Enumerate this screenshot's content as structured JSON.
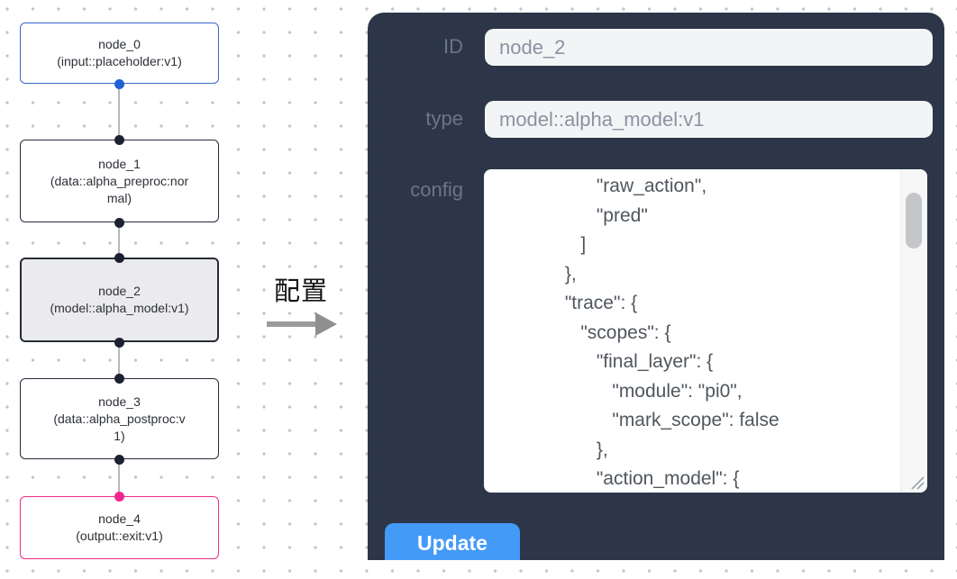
{
  "flowchart": {
    "nodes": [
      {
        "title": "node_0",
        "subtitle": "(input::placeholder:v1)",
        "variant": "input"
      },
      {
        "title": "node_1",
        "subtitle": "(data::alpha_preproc:normal)",
        "variant": "default"
      },
      {
        "title": "node_2",
        "subtitle": "(model::alpha_model:v1)",
        "variant": "selected"
      },
      {
        "title": "node_3",
        "subtitle": "(data::alpha_postproc:v1)",
        "variant": "default"
      },
      {
        "title": "node_4",
        "subtitle": "(output::exit:v1)",
        "variant": "output"
      }
    ]
  },
  "transfer": {
    "label": "配置"
  },
  "panel": {
    "id_label": "ID",
    "id_value": "node_2",
    "type_label": "type",
    "type_value": "model::alpha_model:v1",
    "config_label": "config",
    "config_text": "                   \"raw_action\",\n                   \"pred\"\n                ]\n             },\n             \"trace\": {\n                \"scopes\": {\n                   \"final_layer\": {\n                      \"module\": \"pi0\",\n                      \"mark_scope\": false\n                   },\n                   \"action_model\": {",
    "update_label": "Update"
  },
  "colors": {
    "panel_bg": "#2d3648",
    "button_blue": "#449af7",
    "input_node_border": "#3b66c9",
    "output_node_border": "#f12d83",
    "selected_node_bg": "#ebebed",
    "handle_dark": "#1b2130",
    "handle_blue": "#2160d3",
    "handle_pink": "#f1258c"
  }
}
